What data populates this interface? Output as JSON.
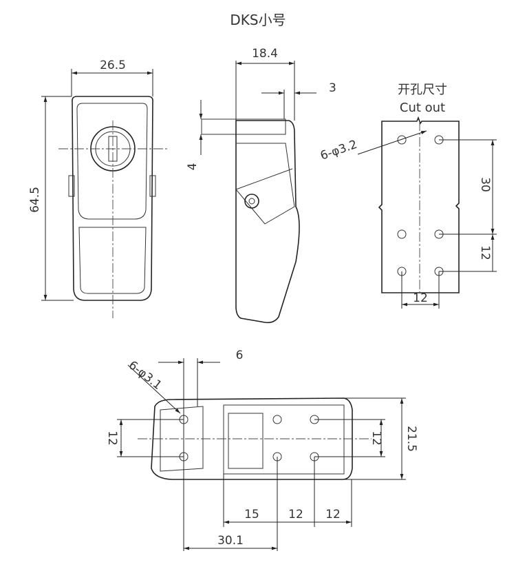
{
  "title": "DKS小号",
  "front_view": {
    "width": "26.5",
    "height": "64.5"
  },
  "side_view": {
    "depth": "18.4",
    "offset": "3",
    "thickness": "4"
  },
  "cutout": {
    "title_cn": "开孔尺寸",
    "title_en": "Cut out",
    "holes": "6-φ3.2",
    "spacing_long": "30",
    "spacing_short": "12",
    "spacing_width": "12"
  },
  "bottom_view": {
    "holes": "6-φ3.1",
    "offset": "6",
    "left_spacing": "12",
    "right_spacing": "12",
    "height": "21.5",
    "d1": "15",
    "d2": "12",
    "d3": "12",
    "total": "30.1"
  }
}
